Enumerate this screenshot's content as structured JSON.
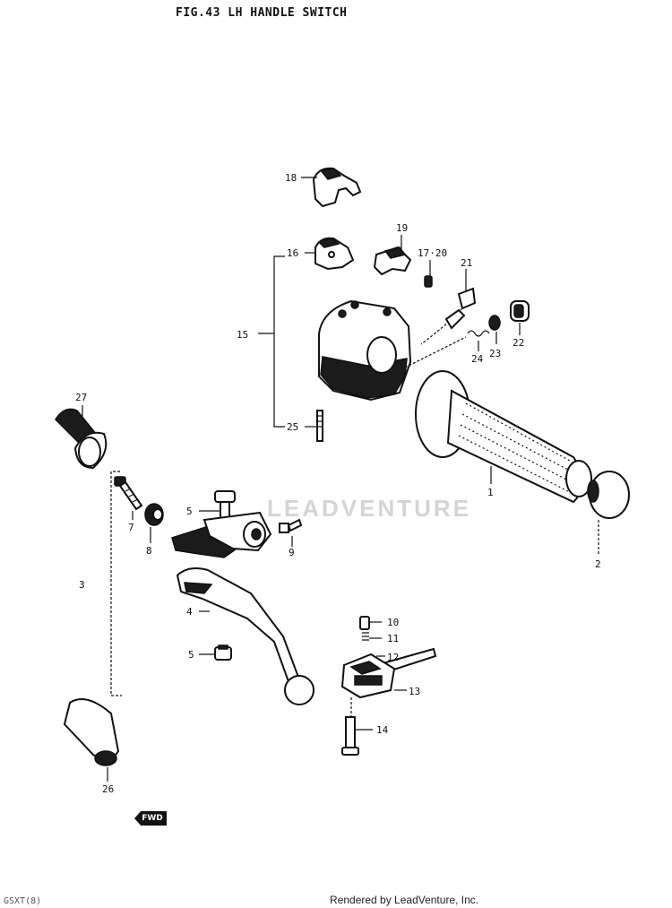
{
  "figure": {
    "title": "FIG.43  LH HANDLE SWITCH",
    "fwd_label": "FWD",
    "watermark": "LEADVENTURE",
    "footer": "Rendered by LeadVenture, Inc.",
    "page_code": "GSXT(8)"
  },
  "callouts": [
    {
      "id": "c18",
      "text": "18"
    },
    {
      "id": "c19",
      "text": "19"
    },
    {
      "id": "c16",
      "text": "16"
    },
    {
      "id": "c1720",
      "text": "17·20"
    },
    {
      "id": "c21",
      "text": "21"
    },
    {
      "id": "c15",
      "text": "15"
    },
    {
      "id": "c22",
      "text": "22"
    },
    {
      "id": "c23",
      "text": "23"
    },
    {
      "id": "c24",
      "text": "24"
    },
    {
      "id": "c25",
      "text": "25"
    },
    {
      "id": "c27",
      "text": "27"
    },
    {
      "id": "c1",
      "text": "1"
    },
    {
      "id": "c5a",
      "text": "5"
    },
    {
      "id": "c7",
      "text": "7"
    },
    {
      "id": "c8",
      "text": "8"
    },
    {
      "id": "c9",
      "text": "9"
    },
    {
      "id": "c2",
      "text": "2"
    },
    {
      "id": "c3",
      "text": "3"
    },
    {
      "id": "c4",
      "text": "4"
    },
    {
      "id": "c10",
      "text": "10"
    },
    {
      "id": "c11",
      "text": "11"
    },
    {
      "id": "c12",
      "text": "12"
    },
    {
      "id": "c5b",
      "text": "5"
    },
    {
      "id": "c13",
      "text": "13"
    },
    {
      "id": "c14",
      "text": "14"
    },
    {
      "id": "c26",
      "text": "26"
    }
  ]
}
